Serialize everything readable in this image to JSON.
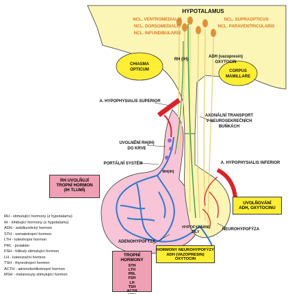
{
  "labels": {
    "hypothalamus": "HYPOTALAMUS",
    "ncl_left": [
      "NCL. VENTROMEDIALIS",
      "NCL. DORSOMEDIALIS",
      "NCL. INFUNDIBULARIS"
    ],
    "ncl_right": [
      "NCL. SUPRAOPTICUS",
      "NCL. PARAVENTRICULARIS"
    ],
    "chiasma": [
      "CHIASMA",
      "OPTICUM"
    ],
    "rh_ih": "RH (IH)",
    "adh": [
      "ADH (vazopresin)",
      "OXYTOCIN"
    ],
    "corpus": [
      "CORPUS",
      "MAMILLARE"
    ],
    "a_sup": "A. HYPOPHYSIALIS SUPERIOR",
    "axonal": [
      "AXONÁLNÍ TRANSPORT",
      "V NEUROSEKREČNÍCH",
      "BUŇKÁCH"
    ],
    "uvolneni_rh": [
      "UVOLNĚNÍ RH(IH)",
      "DO KRVE"
    ],
    "portalni": "PORTÁLNÍ SYSTÉM",
    "a_inf": "A. HYPOPHYSIALIS INFERIOR",
    "rh_ih_small": "RH(IH)",
    "neurohypofyza": "NEUROHYPOFÝZA",
    "adenohypofyza": "ADENOHYPOFÝZA",
    "hypofyzarni": [
      "HYPOFYZÁRNÍ",
      "ŽÍLY"
    ]
  },
  "boxes": {
    "rh_uvolnuji": [
      "RH UVOLŇUJÍ",
      "TROPNÍ HORMON",
      "(IH TLUMÍ)"
    ],
    "uvolnovani": [
      "UVOLŇOVÁNÍ",
      "ADH, OXYTOCINU"
    ],
    "tropni_title": "TROPNÍ HORMONY",
    "tropni_list": [
      "STH",
      "LTH",
      "PRL",
      "FSH",
      "LH",
      "TSH",
      "ACTH",
      "MSH"
    ],
    "hormony_neuro": [
      "HORMONY NEUROHYPOFÝZY",
      "ADH (VAZOPRESIN)",
      "OXYTOCIN"
    ]
  },
  "legend": [
    "RH - stimulující hormony (z hypotalamu)",
    "IH - inhibující hormony (z hypotalamu)",
    "ADH - antidiuretický hormon",
    "STH - somatotropní hormon",
    "LTH - luteotropní hormon",
    "PRL - prolaktin",
    "FSH - folikuly stimulující hormon",
    "LH - luteinizační hormon",
    "TSH - thyreotropní hormon",
    "ACTH - adrenokortikotropní hormon",
    "MSH - melanocyty stimulující hormon"
  ],
  "colors": {
    "hypothalamus_fill": "#fbf5b6",
    "gland_fill": "#f7c4d8",
    "yellow": "#ffee33",
    "artery": "#d8242a",
    "vein": "#2e77c9",
    "neuron": "#e0913a",
    "fiber": "#e8d27a",
    "green": "#3a9a3a",
    "pink_box": "#f0a0b4"
  }
}
